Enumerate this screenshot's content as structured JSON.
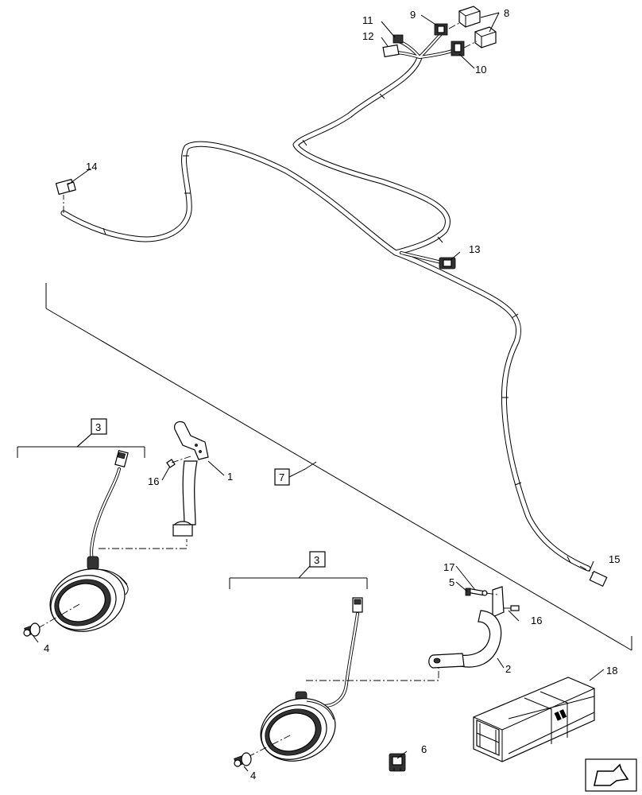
{
  "callouts": {
    "c1": "1",
    "c2": "2",
    "c3a": "3",
    "c3b": "3",
    "c4a": "4",
    "c4b": "4",
    "c5": "5",
    "c6": "6",
    "c7": "7",
    "c8": "8",
    "c9": "9",
    "c10": "10",
    "c11": "11",
    "c12": "12",
    "c13": "13",
    "c14": "14",
    "c15": "15",
    "c16a": "16",
    "c16b": "16",
    "c17": "17",
    "c18": "18"
  },
  "icons": {
    "nav": "next-page-arrow-icon",
    "crate": "wooden-crate-icon"
  }
}
